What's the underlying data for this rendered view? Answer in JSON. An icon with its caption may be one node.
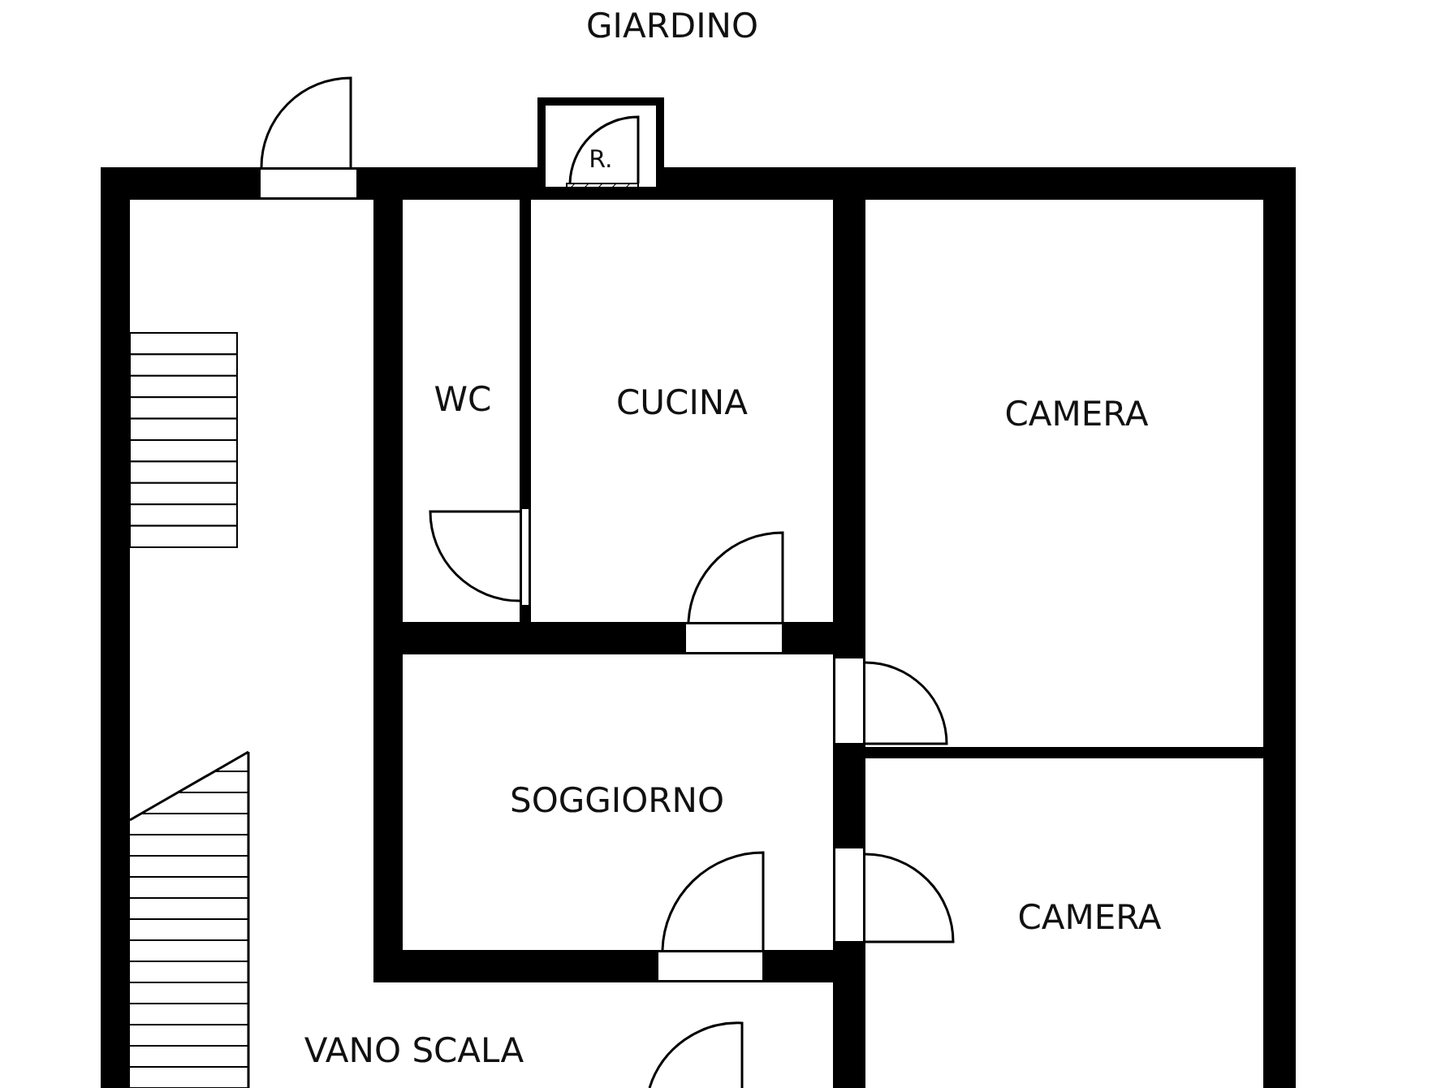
{
  "diagram": {
    "nodes": [
      {
        "text": [
          "R."
        ]
      },
      {
        "text": [
          "WC"
        ]
      },
      {
        "text": [
          "CUCINA"
        ]
      },
      {
        "text": [
          "CAMERA"
        ]
      },
      {
        "text": [
          "SOGGIORNO"
        ]
      },
      {
        "text": [
          "CAMERA"
        ]
      },
      {
        "text": [
          "VANO SCALA"
        ]
      }
    ],
    "labels": [
      "GIARDINO"
    ]
  }
}
